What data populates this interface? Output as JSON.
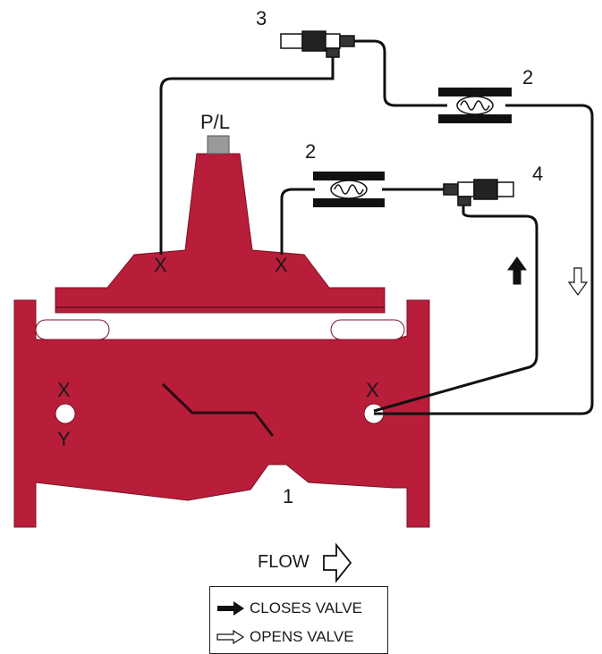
{
  "labels": {
    "pilot_top_number": "3",
    "needle_top_number": "2",
    "needle_left_number": "2",
    "pilot_right_number": "4",
    "valve_number": "1",
    "port_cover": "P/L",
    "port_x_left_cover": "X",
    "port_x_right_cover": "X",
    "port_x_body_left": "X",
    "port_y_body_left": "Y",
    "port_x_body_right": "X"
  },
  "flow": {
    "label": "FLOW"
  },
  "legend": {
    "closes_label": "CLOSES VALVE",
    "opens_label": "OPENS VALVE"
  },
  "colors": {
    "valve_body": "#b81d3a",
    "tubing": "#111111",
    "background": "#ffffff"
  }
}
